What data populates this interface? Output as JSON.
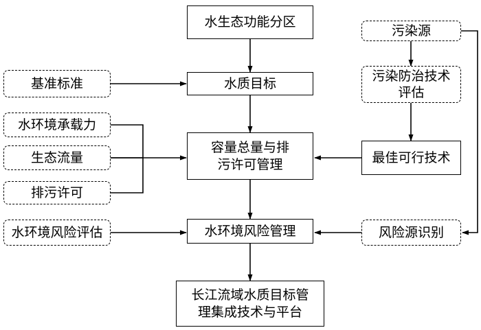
{
  "nodes": {
    "functional_zoning": "水生态功能分区",
    "water_quality_target": "水质目标",
    "capacity_management": [
      "容量总量与排",
      "污许可管理"
    ],
    "risk_management": "水环境风险管理",
    "platform": [
      "长江流域水质目标管",
      "理集成技术与平台"
    ],
    "benchmark_standard": "基准标准",
    "carrying_capacity": "水环境承载力",
    "ecological_flow": "生态流量",
    "discharge_permit": "排污许可",
    "risk_assessment": "水环境风险评估",
    "pollution_source": "污染源",
    "pollution_control_eval": [
      "污染防治技术",
      "评估"
    ],
    "best_available_tech": "最佳可行技术",
    "risk_source_identification": "风险源识别"
  }
}
